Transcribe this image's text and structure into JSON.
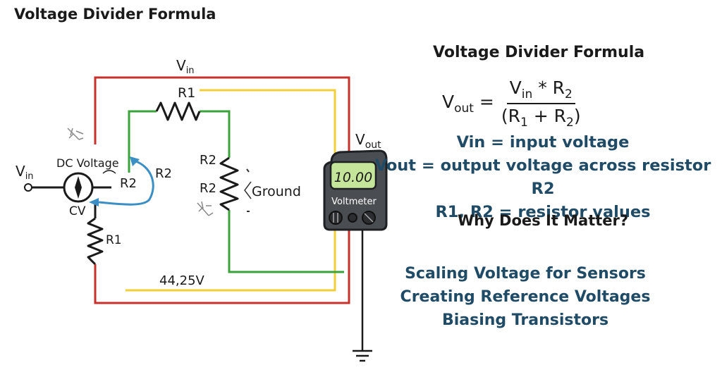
{
  "title": "Voltage Divider Formula",
  "formula": {
    "title": "Voltage Divider Formula",
    "lhs_main": "V",
    "lhs_sub": "out",
    "num_main": "V",
    "num_sub": "in",
    "num_rest": " * R",
    "num_rest_sub": "2",
    "den_pre": "(R",
    "den_sub1": "1",
    "den_mid": " + R",
    "den_sub2": "2",
    "den_post": ")"
  },
  "definitions": [
    "Vin = input voltage",
    "Vout = output voltage across resistor R2",
    "R1, R2 = resistor values"
  ],
  "why_title": "Why Does It Matter?",
  "uses": [
    "Scaling Voltage for Sensors",
    "Creating Reference Voltages",
    "Biasing Transistors"
  ],
  "circuit": {
    "vin_top_main": "V",
    "vin_top_sub": "in",
    "vin_left_main": "V",
    "vin_left_sub": "in",
    "dc_voltage": "DC Voltage",
    "cv": "CV",
    "r1_top": "R1",
    "r1_left": "R1",
    "r2_left": "R2",
    "r2_arrow": "R2",
    "r2_mid_a": "R2",
    "r2_mid_b": "R2",
    "ground": "Ground",
    "vout_main": "V",
    "vout_sub": "out",
    "bottom_value": "44,25V"
  },
  "meter": {
    "display": "10.00",
    "label": "Voltmeter"
  },
  "colors": {
    "red_wire": "#c8302c",
    "yellow_wire": "#f2cf3a",
    "green_wire": "#3aa33a",
    "blue_arrow": "#3b8fc4",
    "text_blue": "#1f4b66",
    "meter_body": "#4a4d52",
    "meter_screen": "#c4e59a"
  }
}
